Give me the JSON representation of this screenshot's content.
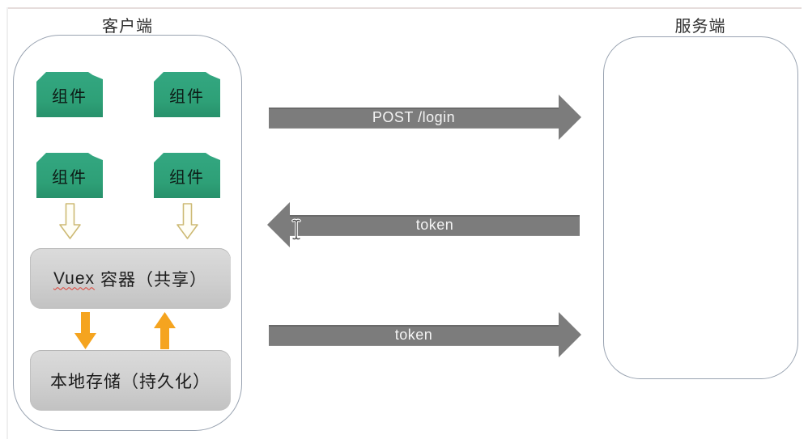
{
  "diagram": {
    "client": {
      "title": "客户端",
      "components": [
        {
          "label": "组件"
        },
        {
          "label": "组件"
        },
        {
          "label": "组件"
        },
        {
          "label": "组件"
        }
      ],
      "vuex_box": {
        "keyword": "Vuex",
        "rest": "容器（共享）"
      },
      "local_storage_box": {
        "label": "本地存储（持久化）"
      }
    },
    "server": {
      "title": "服务端"
    },
    "messages": [
      {
        "label": "POST /login",
        "direction": "right"
      },
      {
        "label": "token",
        "direction": "left"
      },
      {
        "label": "token",
        "direction": "right"
      }
    ],
    "colors": {
      "component_green": "#2EA17B",
      "arrow_gray": "#7C7C7C",
      "storage_box_gray": "#CCCCCC",
      "flow_orange": "#F5A41F",
      "hollow_arrow_outline": "#CDBA75",
      "container_border": "#99A3B1",
      "spellcheck_underline_red": "#E03C31"
    }
  }
}
